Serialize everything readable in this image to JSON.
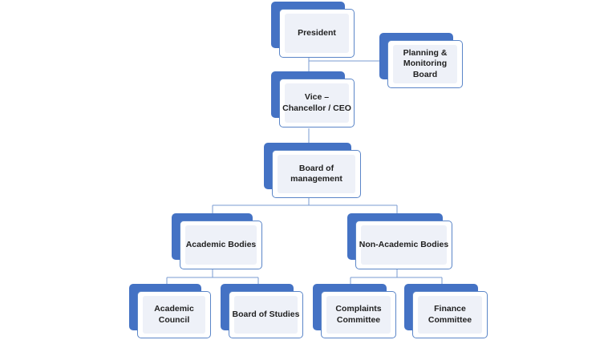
{
  "nodes": {
    "president": "President",
    "planning": "Planning &\nMonitoring\nBoard",
    "vice_chancellor": "Vice –\nChancellor / CEO",
    "board_management": "Board of\nmanagement",
    "academic_bodies": "Academic Bodies",
    "non_academic_bodies": "Non-Academic Bodies",
    "academic_council": "Academic\nCouncil",
    "board_of_studies": "Board of Studies",
    "complaints_committee": "Complaints\nCommittee",
    "finance_committee": "Finance\nCommittee"
  },
  "colors": {
    "box_back": "#4472c4",
    "box_border": "#5b86c8",
    "connector": "#7a9bd0"
  }
}
